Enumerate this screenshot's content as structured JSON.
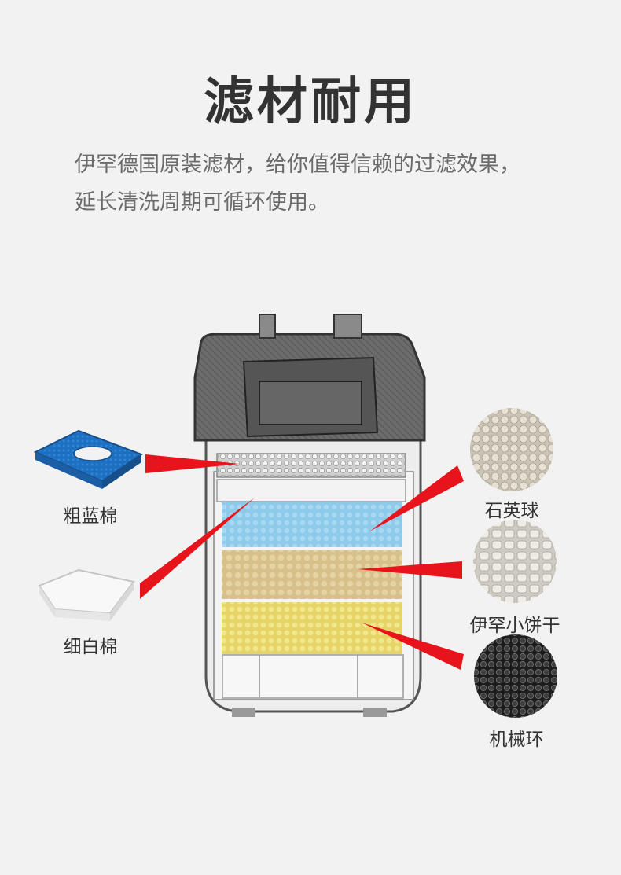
{
  "header": {
    "title": "滤材耐用",
    "description_line1": "伊罕德国原装滤材，给你值得信赖的过滤效果，",
    "description_line2": "延长清洗周期可循环使用。"
  },
  "media": {
    "coarse_sponge": "粗蓝棉",
    "fine_pad": "细白棉",
    "quartz_ball": "石英球",
    "ceramic_biscuit": "伊罕小饼干",
    "mechanical_ring": "机械环"
  },
  "colors": {
    "pointer": "#e8141c",
    "blue_layer": "#8ecbea",
    "tan_layer": "#dcc896",
    "yellow_layer": "#ece07a",
    "canister_body": "#e8e8e8",
    "canister_lid": "#7a7a7a"
  }
}
